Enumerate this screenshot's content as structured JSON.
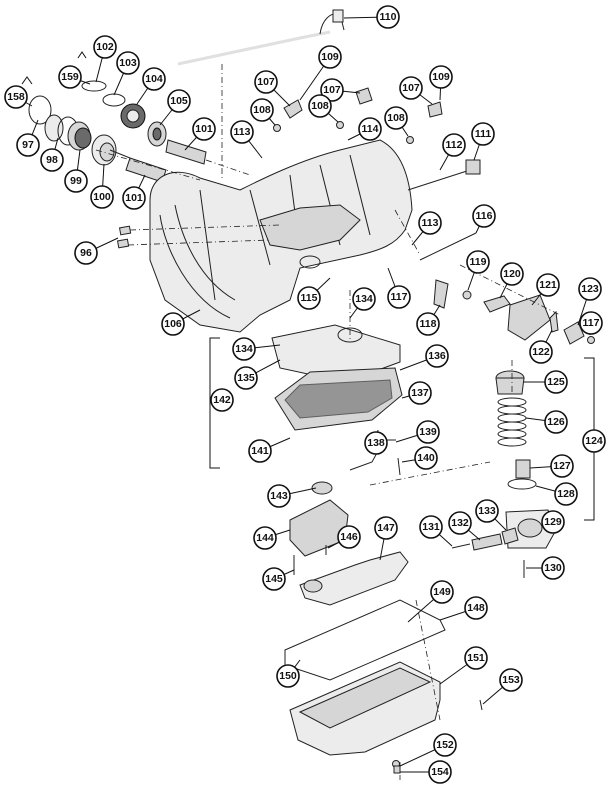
{
  "diagram": {
    "callouts": [
      {
        "id": "97"
      },
      {
        "id": "98"
      },
      {
        "id": "99"
      },
      {
        "id": "100"
      },
      {
        "id": "101"
      },
      {
        "id": "101b",
        "label": "101"
      },
      {
        "id": "96"
      },
      {
        "id": "102"
      },
      {
        "id": "103"
      },
      {
        "id": "104"
      },
      {
        "id": "105"
      },
      {
        "id": "106"
      },
      {
        "id": "107"
      },
      {
        "id": "107b",
        "label": "107"
      },
      {
        "id": "107c",
        "label": "107"
      },
      {
        "id": "108"
      },
      {
        "id": "108b",
        "label": "108"
      },
      {
        "id": "108c",
        "label": "108"
      },
      {
        "id": "109"
      },
      {
        "id": "109b",
        "label": "109"
      },
      {
        "id": "110"
      },
      {
        "id": "111"
      },
      {
        "id": "112"
      },
      {
        "id": "113"
      },
      {
        "id": "113b",
        "label": "113"
      },
      {
        "id": "114"
      },
      {
        "id": "115"
      },
      {
        "id": "116"
      },
      {
        "id": "117"
      },
      {
        "id": "117b",
        "label": "117"
      },
      {
        "id": "118"
      },
      {
        "id": "119"
      },
      {
        "id": "120"
      },
      {
        "id": "121"
      },
      {
        "id": "122"
      },
      {
        "id": "123"
      },
      {
        "id": "124"
      },
      {
        "id": "125"
      },
      {
        "id": "126"
      },
      {
        "id": "127"
      },
      {
        "id": "128"
      },
      {
        "id": "129"
      },
      {
        "id": "130"
      },
      {
        "id": "131"
      },
      {
        "id": "132"
      },
      {
        "id": "133"
      },
      {
        "id": "134"
      },
      {
        "id": "134b",
        "label": "134"
      },
      {
        "id": "135"
      },
      {
        "id": "136"
      },
      {
        "id": "137"
      },
      {
        "id": "138"
      },
      {
        "id": "139"
      },
      {
        "id": "140"
      },
      {
        "id": "141"
      },
      {
        "id": "142"
      },
      {
        "id": "143"
      },
      {
        "id": "144"
      },
      {
        "id": "145"
      },
      {
        "id": "146"
      },
      {
        "id": "147"
      },
      {
        "id": "148"
      },
      {
        "id": "149"
      },
      {
        "id": "150"
      },
      {
        "id": "151"
      },
      {
        "id": "152"
      },
      {
        "id": "153"
      },
      {
        "id": "154"
      },
      {
        "id": "158"
      },
      {
        "id": "159"
      }
    ]
  }
}
